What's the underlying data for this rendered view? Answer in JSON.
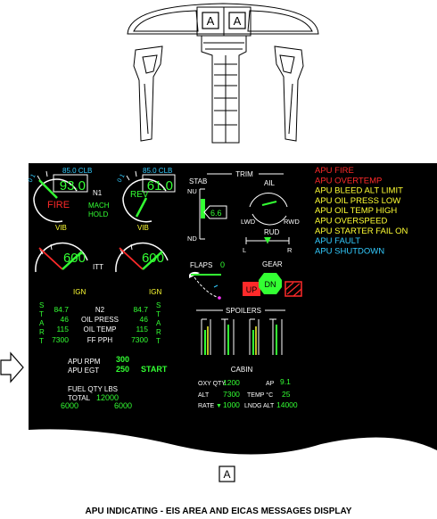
{
  "cockpit": {
    "callout_left": "A",
    "callout_right": "A"
  },
  "eis": {
    "n1": {
      "label": "N1",
      "left": {
        "max_label": "85.0 CLB",
        "value": "93.0",
        "status": "FIRE",
        "vib": "VIB"
      },
      "right": {
        "max_label": "85.0 CLB",
        "value": "61.0",
        "status": "REV",
        "vib": "VIB"
      },
      "mode": "MACH",
      "mode2": "HOLD"
    },
    "itt": {
      "label": "ITT",
      "left": {
        "value": "600",
        "ign": "IGN"
      },
      "right": {
        "value": "600",
        "ign": "IGN"
      }
    },
    "start_letters": [
      "S",
      "T",
      "A",
      "R",
      "T"
    ],
    "secondary": {
      "left_values": [
        "84.7",
        "46",
        "115",
        "7300"
      ],
      "labels": [
        "N2",
        "OIL PRESS",
        "OIL TEMP",
        "FF PPH"
      ],
      "right_values": [
        "84.7",
        "46",
        "115",
        "7300"
      ]
    },
    "apu": {
      "rpm_label": "APU RPM",
      "rpm_value": "300",
      "egt_label": "APU EGT",
      "egt_value": "250",
      "start": "START"
    },
    "fuel": {
      "title": "FUEL QTY LBS",
      "total_label": "TOTAL",
      "total_value": "12000",
      "left": "6000",
      "right": "6000"
    },
    "trim": {
      "title": "TRIM",
      "stab": "STAB",
      "nu": "NU",
      "nd": "ND",
      "stab_value": "6.6",
      "ail": "AIL",
      "lwd": "LWD",
      "rwd": "RWD",
      "rud": "RUD",
      "l": "L",
      "r": "R"
    },
    "flaps": {
      "label": "FLAPS",
      "value": "0"
    },
    "gear": {
      "label": "GEAR",
      "left": "UP",
      "nose": "DN"
    },
    "spoilers": {
      "label": "SPOILERS"
    },
    "cabin": {
      "title": "CABIN",
      "oxy_label": "OXY QTY",
      "oxy_value": "1200",
      "ap_label": "AP",
      "ap_value": "9.1",
      "alt_label": "ALT",
      "alt_value": "7300",
      "temp_label": "TEMP °C",
      "temp_value": "25",
      "rate_label": "RATE",
      "rate_arrow": "▼",
      "rate_value": "1000",
      "lndg_label": "LNDG ALT",
      "lndg_value": "14000"
    }
  },
  "eicas": {
    "messages": [
      {
        "text": "APU FIRE",
        "color": "#ff2a2a"
      },
      {
        "text": "APU OVERTEMP",
        "color": "#ff2a2a"
      },
      {
        "text": "APU BLEED ALT LIMIT",
        "color": "#ffff33"
      },
      {
        "text": "APU OIL PRESS LOW",
        "color": "#ffff33"
      },
      {
        "text": "APU OIL TEMP HIGH",
        "color": "#ffff33"
      },
      {
        "text": "APU OVERSPEED",
        "color": "#ffff33"
      },
      {
        "text": "APU STARTER FAIL ON",
        "color": "#ffff33"
      },
      {
        "text": "APU FAULT",
        "color": "#33ccff"
      },
      {
        "text": "APU SHUTDOWN",
        "color": "#33ccff"
      }
    ]
  },
  "callout_bottom": "A",
  "caption": "APU INDICATING - EIS AREA AND EICAS MESSAGES DISPLAY",
  "colors": {
    "green": "#33ff33",
    "white": "#ffffff",
    "yellow": "#ffff33",
    "red": "#ff2a2a",
    "cyan": "#33ccff",
    "magenta": "#ff33ff"
  }
}
